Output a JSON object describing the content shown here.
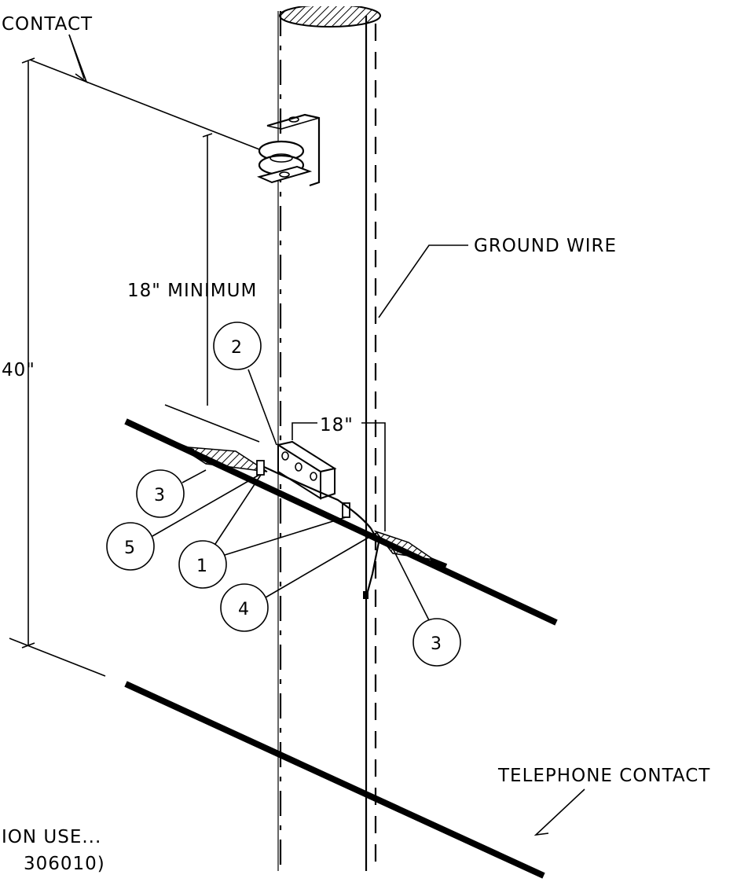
{
  "labels": {
    "contact_top": "CONTACT",
    "ground_wire": "GROUND WIRE",
    "min_spacing": "18\" MINIMUM",
    "overall_height": "40\"",
    "bond_spacing": "18\"",
    "telephone_contact": "TELEPHONE CONTACT",
    "note_line1": "ION USE...",
    "note_line2": "306010)"
  },
  "callouts": {
    "c2": "2",
    "c3_left": "3",
    "c5": "5",
    "c1": "1",
    "c4": "4",
    "c3_right": "3"
  }
}
